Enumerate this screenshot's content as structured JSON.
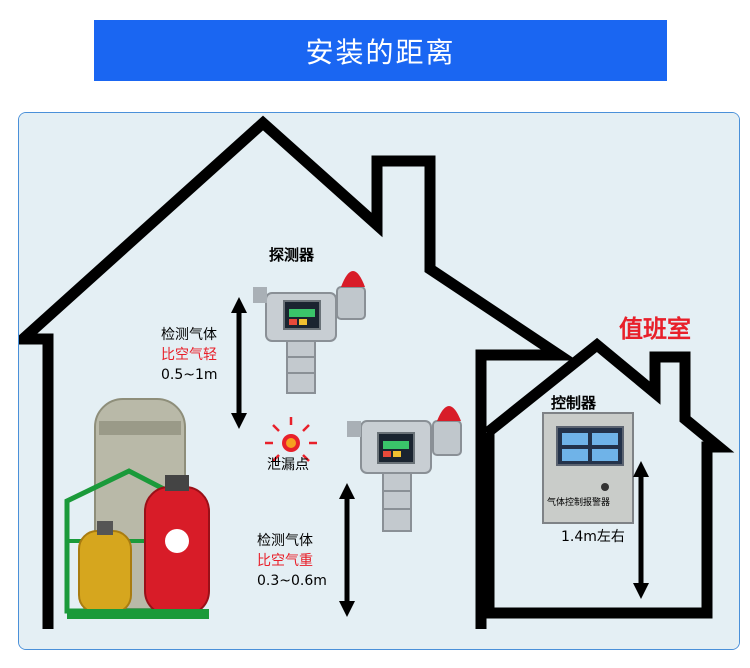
{
  "banner": {
    "title": "安装的距离"
  },
  "labels": {
    "detector": "探测器",
    "leak_point": "泄漏点",
    "controller": "控制器",
    "duty_room": "值班室",
    "controller_panel": "气体控制报警器",
    "controller_height": "1.4m左右"
  },
  "light_gas": {
    "line1": "检测气体",
    "line2": "比空气轻",
    "range": "0.5~1m"
  },
  "heavy_gas": {
    "line1": "检测气体",
    "line2": "比空气重",
    "range": "0.3~0.6m"
  },
  "colors": {
    "banner": "#1a66f2",
    "accent_red": "#e8202a",
    "house_outline": "#000000"
  }
}
